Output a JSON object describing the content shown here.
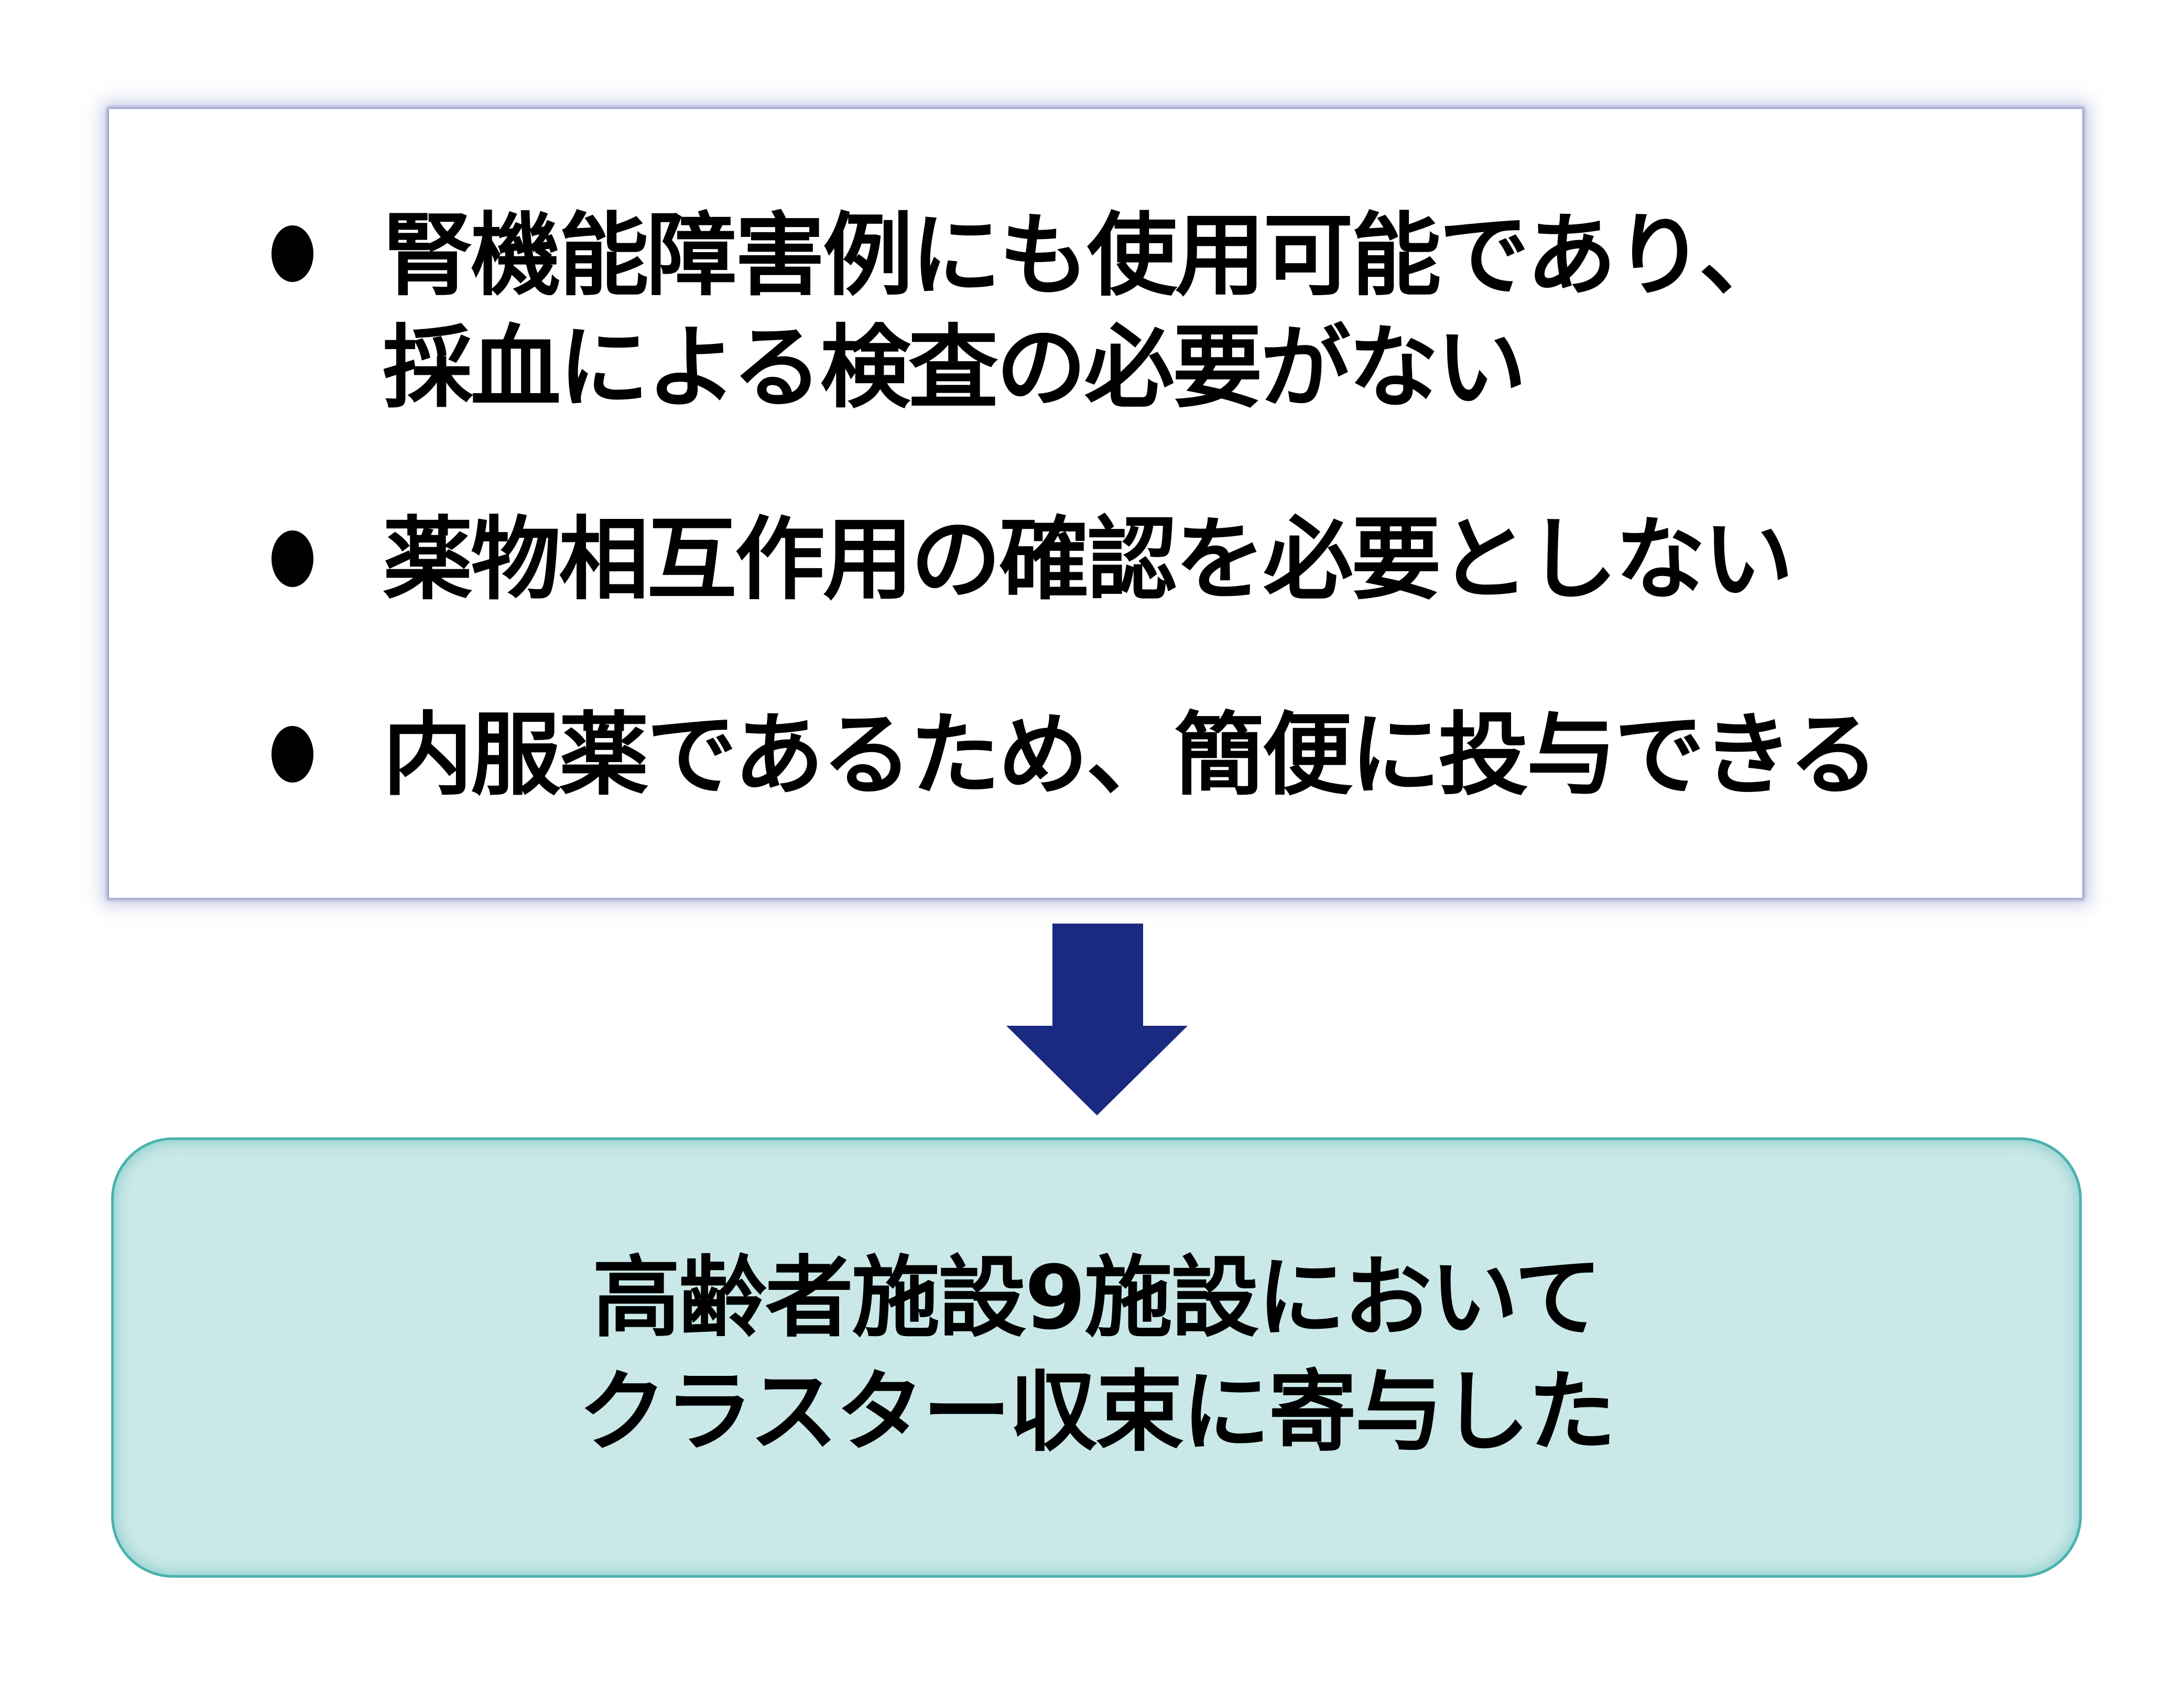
{
  "benefits": {
    "items": [
      {
        "lines": [
          "腎機能障害例にも使用可能であり、",
          "採血による検査の必要がない"
        ]
      },
      {
        "lines": [
          "薬物相互作用の確認を必要としない"
        ]
      },
      {
        "lines": [
          "内服薬であるため、簡便に投与できる"
        ]
      }
    ]
  },
  "arrow": {
    "icon": "arrow-down-icon",
    "color": "#1a2a80"
  },
  "result": {
    "lines": [
      "高齢者施設9施設において",
      "クラスター収束に寄与した"
    ],
    "background": "#cae8e8",
    "border": "#4ab2ae"
  }
}
